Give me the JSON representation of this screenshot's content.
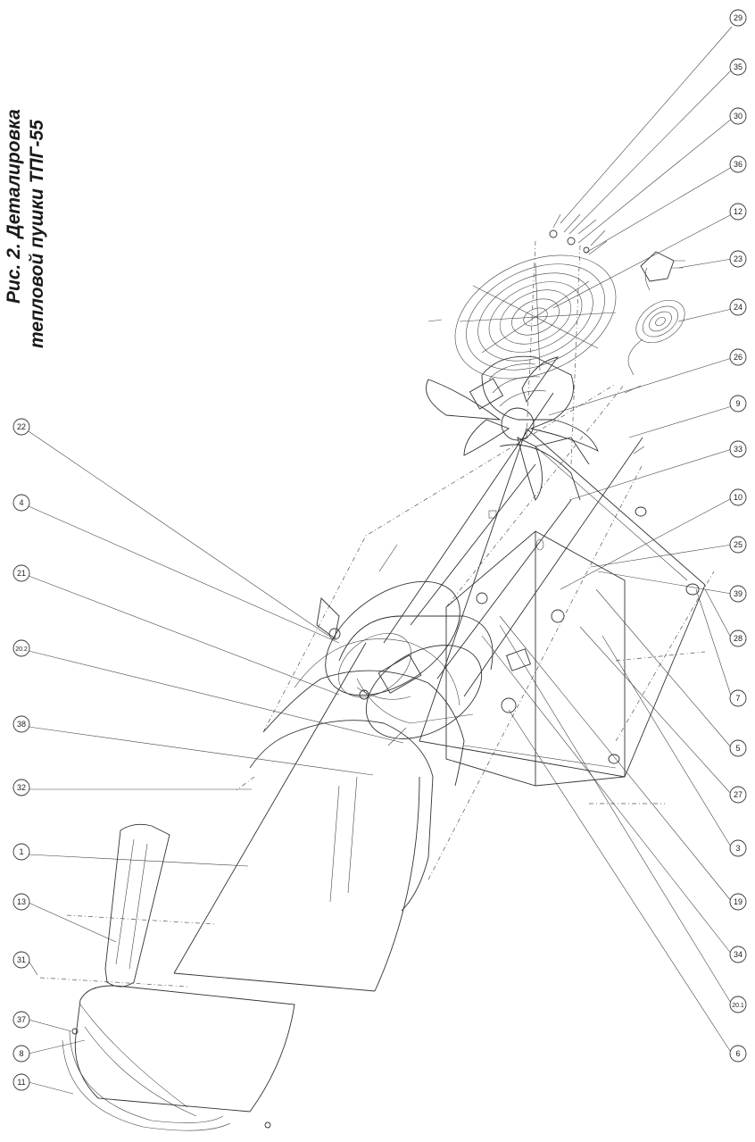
{
  "title": {
    "line1": "Рис. 2. Деталировка",
    "line2": "тепловой пушки ТПГ-55"
  },
  "callouts": {
    "c29": "29",
    "c35": "35",
    "c30": "30",
    "c36": "36",
    "c12": "12",
    "c23": "23",
    "c24": "24",
    "c26": "26",
    "c9": "9",
    "c33": "33",
    "c10": "10",
    "c25": "25",
    "c39": "39",
    "c28": "28",
    "c7": "7",
    "c5": "5",
    "c27": "27",
    "c3": "3",
    "c19": "19",
    "c34": "34",
    "c20_1": "20.1",
    "c6": "6",
    "c22": "22",
    "c4": "4",
    "c21": "21",
    "c20_2": "20.2",
    "c38": "38",
    "c32": "32",
    "c1": "1",
    "c13": "13",
    "c31": "31",
    "c37": "37",
    "c8": "8",
    "c11": "11"
  }
}
